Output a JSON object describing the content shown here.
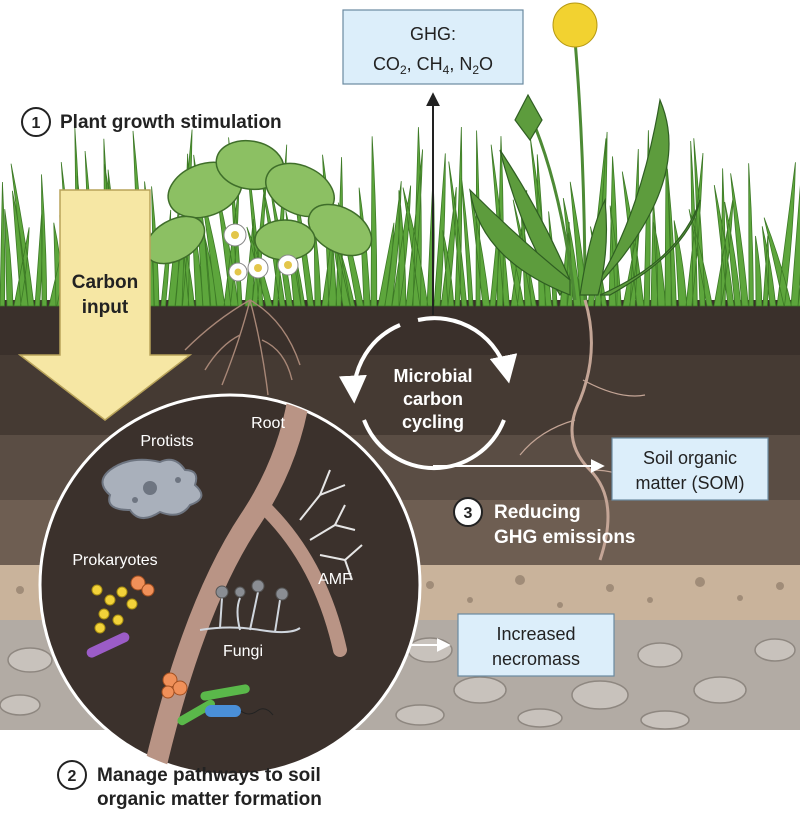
{
  "steps": {
    "step1": {
      "number": "1",
      "text": "Plant growth stimulation"
    },
    "step2": {
      "number": "2",
      "line1": "Manage pathways to soil",
      "line2": "organic matter formation"
    },
    "step3": {
      "number": "3",
      "line1": "Reducing",
      "line2": "GHG emissions"
    }
  },
  "ghg_box": {
    "title": "GHG:",
    "gases": [
      {
        "base": "CO",
        "sub": "2",
        "sep": ", "
      },
      {
        "base": "CH",
        "sub": "4",
        "sep": ", "
      },
      {
        "base": "N",
        "sub": "2",
        "tail": "O"
      }
    ]
  },
  "carbon_input": {
    "line1": "Carbon",
    "line2": "input"
  },
  "cycle": {
    "line1": "Microbial",
    "line2": "carbon",
    "line3": "cycling"
  },
  "som_box": {
    "line1": "Soil organic",
    "line2": "matter (SOM)"
  },
  "necromass_box": {
    "line1": "Increased",
    "line2": "necromass"
  },
  "inset": {
    "root": "Root",
    "protists": "Protists",
    "prokaryotes": "Prokaryotes",
    "amf": "AMF",
    "fungi": "Fungi"
  },
  "colors": {
    "box_fill": "#dceefa",
    "arrow_fill": "#f6e7a4",
    "soil_dark": "#2e2622",
    "soil_mid": "#4a3f38",
    "soil_light": "#c7b39c",
    "grass": "#58a03a",
    "root": "#b99485"
  }
}
